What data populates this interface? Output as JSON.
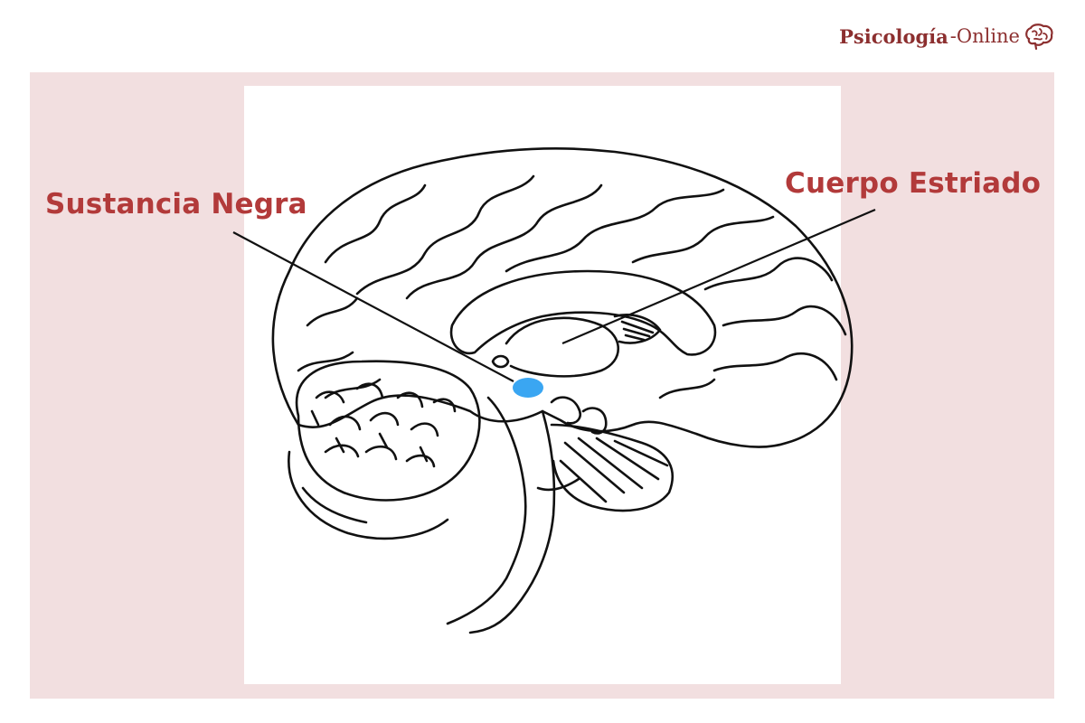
{
  "header": {
    "logo_brand": "Psicología",
    "logo_suffix": "-Online"
  },
  "diagram": {
    "labels": {
      "substantia_nigra": "Sustancia Negra",
      "striatum": "Cuerpo Estriado"
    },
    "colors": {
      "label": "#b23a3a",
      "panel": "#f2dfe0",
      "highlight_dot": "#3aa6f2",
      "logo": "#8c2f2f"
    },
    "icons": {
      "logo_icon": "brain-icon",
      "diagram_art": "sagittal-brain-illustration"
    }
  }
}
